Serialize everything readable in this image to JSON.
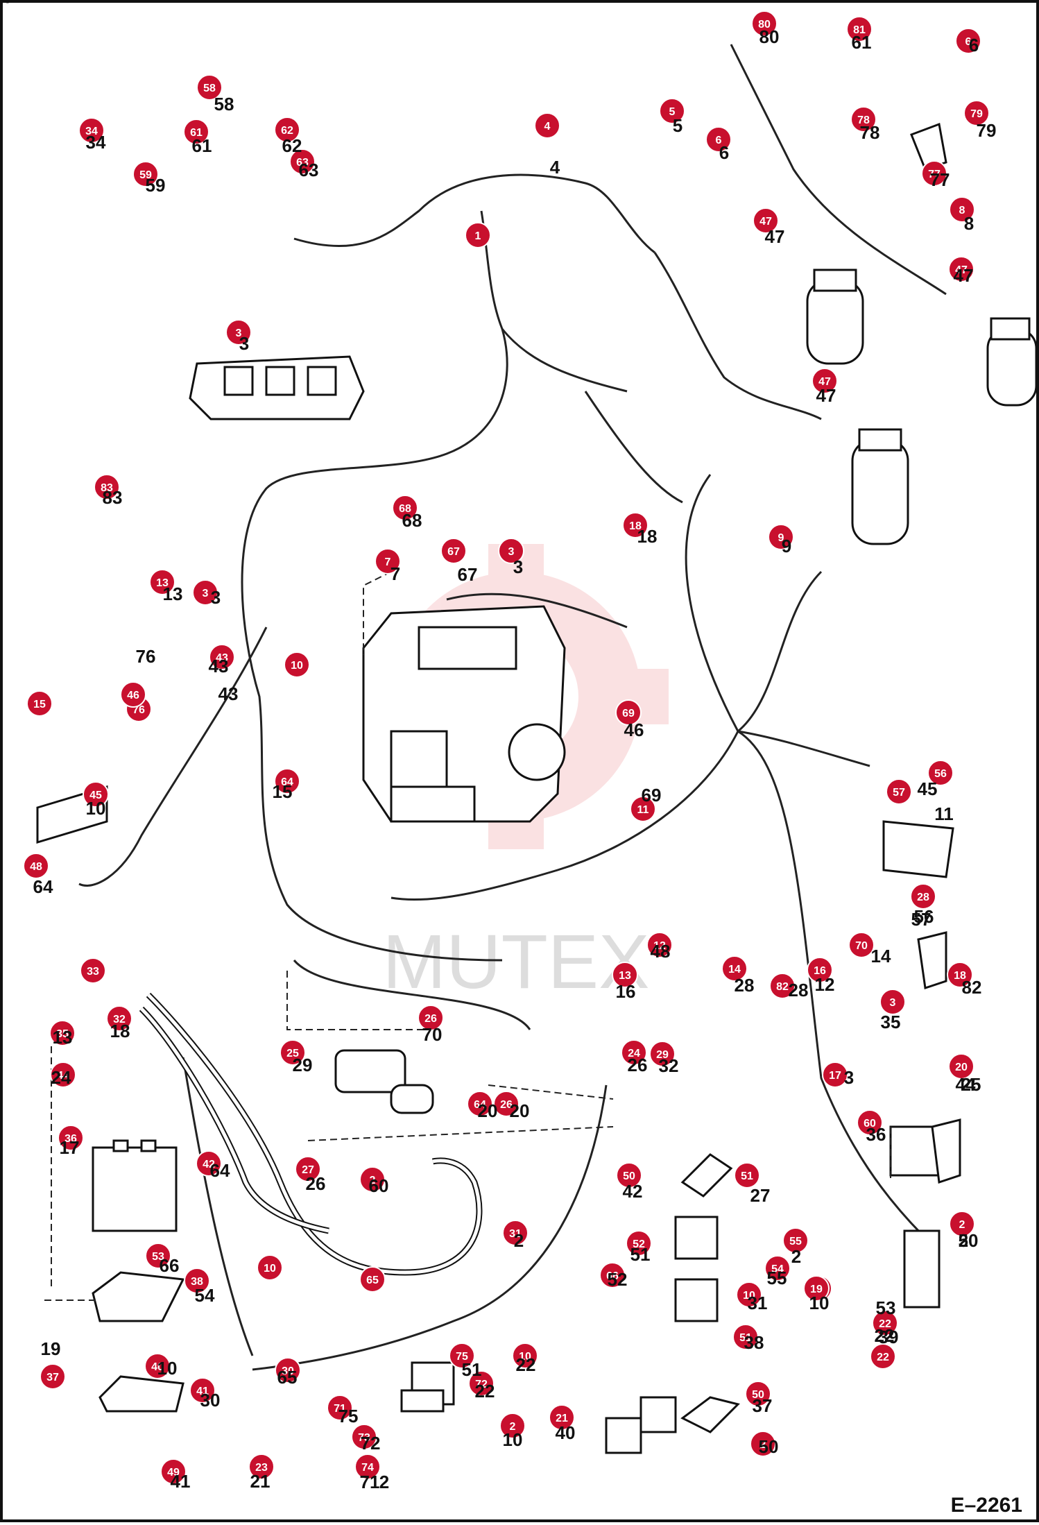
{
  "drawing": {
    "id": "E–2261",
    "watermark": "MUTEX"
  },
  "callouts": [
    "80",
    "81",
    "6",
    "58",
    "34",
    "61",
    "62",
    "63",
    "59",
    "4",
    "5",
    "6",
    "78",
    "79",
    "77",
    "8",
    "47",
    "47",
    "1",
    "3",
    "47",
    "83",
    "68",
    "18",
    "9",
    "7",
    "67",
    "3",
    "13",
    "3",
    "76",
    "43",
    "10",
    "15",
    "46",
    "69",
    "64",
    "45",
    "11",
    "57",
    "56",
    "48",
    "28",
    "12",
    "14",
    "82",
    "16",
    "70",
    "18",
    "33",
    "13",
    "26",
    "32",
    "35",
    "24",
    "29",
    "3",
    "44",
    "25",
    "17",
    "20",
    "36",
    "64",
    "26",
    "60",
    "42",
    "27",
    "2",
    "50",
    "51",
    "2",
    "52",
    "55",
    "31",
    "66",
    "54",
    "10",
    "53",
    "38",
    "39",
    "22",
    "19",
    "10",
    "65",
    "51",
    "22",
    "37",
    "40",
    "30",
    "75",
    "10",
    "72",
    "50",
    "21",
    "41",
    "71",
    "2",
    "73",
    "2",
    "23",
    "49",
    "74"
  ],
  "plain_labels": [
    "80",
    "61",
    "6",
    "58",
    "34",
    "61",
    "62",
    "63",
    "59",
    "4",
    "5",
    "6",
    "78",
    "79",
    "77",
    "8",
    "47",
    "47",
    "3",
    "47",
    "83",
    "68",
    "18",
    "9",
    "7",
    "67",
    "3",
    "13",
    "3",
    "76",
    "43",
    "43",
    "10",
    "15",
    "46",
    "69",
    "64",
    "45",
    "11",
    "57",
    "56",
    "48",
    "28",
    "28",
    "12",
    "14",
    "82",
    "16",
    "70",
    "18",
    "13",
    "26",
    "32",
    "35",
    "24",
    "29",
    "3",
    "44",
    "25",
    "17",
    "20",
    "20",
    "36",
    "64",
    "26",
    "60",
    "42",
    "27",
    "2",
    "50",
    "51",
    "2",
    "2",
    "52",
    "55",
    "31",
    "66",
    "54",
    "10",
    "53",
    "38",
    "39",
    "22",
    "19",
    "10",
    "65",
    "51",
    "22",
    "22",
    "37",
    "40",
    "30",
    "75",
    "10",
    "72",
    "50",
    "21",
    "41",
    "71",
    "2",
    "73",
    "2",
    "23",
    "49",
    "74",
    "74"
  ]
}
